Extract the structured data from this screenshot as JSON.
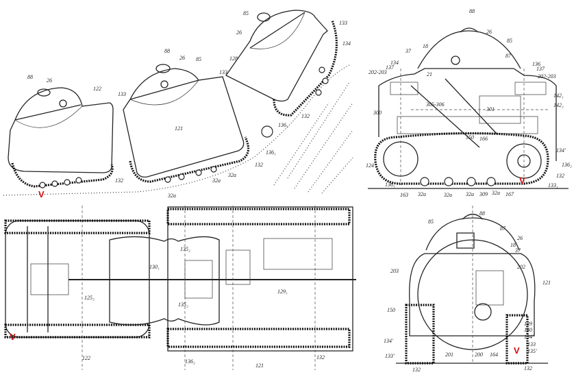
{
  "figures": {
    "climbing_side_view": {
      "labels": [
        "88",
        "26",
        "122",
        "133",
        "88",
        "26",
        "85",
        "121",
        "133",
        "128",
        "85",
        "26",
        "133",
        "134",
        "136₃",
        "132",
        "136₁",
        "132",
        "32a",
        "32a",
        "32a",
        "132"
      ]
    },
    "side_section_view": {
      "labels": [
        "88",
        "26",
        "85",
        "87",
        "37",
        "18",
        "21",
        "202-203",
        "136",
        "137",
        "202-203",
        "134",
        "137",
        "305-306",
        "300",
        "301",
        "142₁",
        "142₂",
        "134'",
        "136₂",
        "132",
        "133₁",
        "124",
        "136₁",
        "163",
        "32a",
        "32a",
        "32a",
        "309",
        "32a",
        "167",
        "150",
        "166"
      ]
    },
    "top_plan_view": {
      "labels": [
        "135₂",
        "130₁",
        "125₃",
        "135₂",
        "129₁",
        "122",
        "136₂",
        "121",
        "132"
      ]
    },
    "rear_view": {
      "labels": [
        "88",
        "85",
        "87",
        "26",
        "18",
        "37",
        "203",
        "202",
        "121",
        "150",
        "139",
        "140",
        "134'",
        "133",
        "135'",
        "134'",
        "133'",
        "201",
        "200",
        "164",
        "132",
        "132"
      ]
    }
  },
  "markers": [
    "V",
    "V",
    "V",
    "V"
  ],
  "colors": {
    "ink": "#222222",
    "marker": "#d01010",
    "paper": "#ffffff"
  }
}
